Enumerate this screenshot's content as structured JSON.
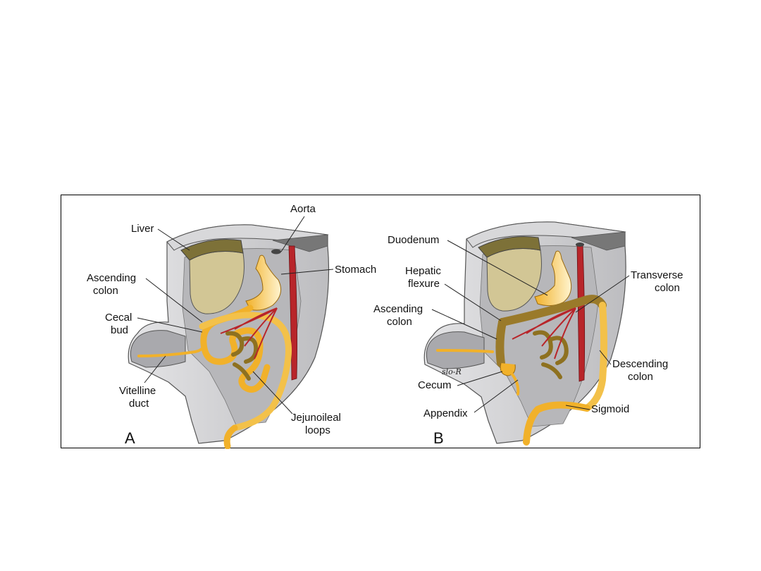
{
  "figure": {
    "panel_a": {
      "letter": "A",
      "labels": {
        "liver": "Liver",
        "aorta": "Aorta",
        "stomach": "Stomach",
        "ascending_colon": [
          "Ascending",
          "colon"
        ],
        "cecal_bud": [
          "Cecal",
          "bud"
        ],
        "vitelline_duct": [
          "Vitelline",
          "duct"
        ],
        "jejunoileal_loops": [
          "Jejunoileal",
          "loops"
        ]
      }
    },
    "panel_b": {
      "letter": "B",
      "labels": {
        "duodenum": "Duodenum",
        "hepatic_flexure": [
          "Hepatic",
          "flexure"
        ],
        "ascending_colon": [
          "Ascending",
          "colon"
        ],
        "transverse_colon": [
          "Transverse",
          "colon"
        ],
        "descending_colon": [
          "Descending",
          "colon"
        ],
        "cecum": "Cecum",
        "appendix": "Appendix",
        "sigmoid": "Sigmoid"
      },
      "signature": "slo-R"
    },
    "colors": {
      "tissue": "#c9c9cb",
      "tissue_dark": "#8e8e92",
      "liver_face": "#d2c695",
      "liver_top": "#7d7138",
      "gut": "#f1b12a",
      "gut_light": "#ffe8a8",
      "colon_dark": "#9a7a2a",
      "artery": "#b8252a"
    }
  }
}
